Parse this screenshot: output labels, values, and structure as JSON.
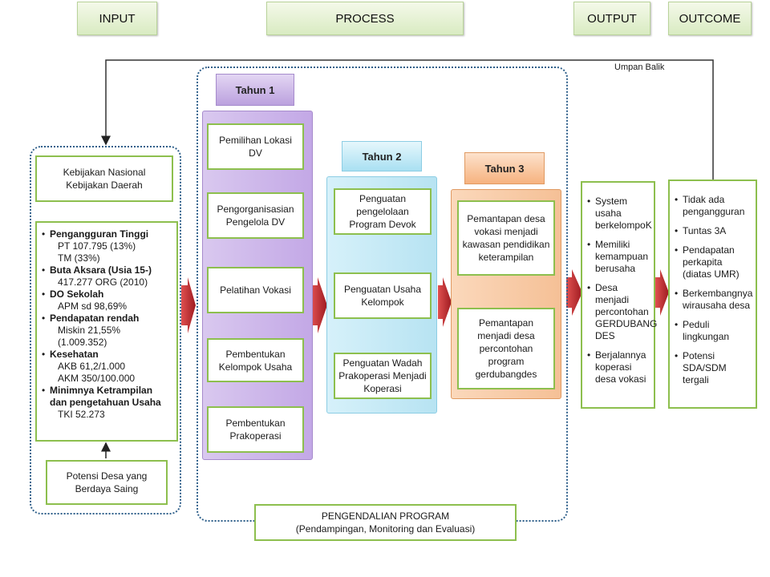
{
  "headers": {
    "input": "INPUT",
    "process": "PROCESS",
    "output": "OUTPUT",
    "outcome": "OUTCOME"
  },
  "feedback_label": "Umpan Balik",
  "input": {
    "policy": [
      "Kebijakan Nasional",
      "Kebijakan Daerah"
    ],
    "issues": [
      {
        "title": "Pengangguran Tinggi",
        "details": [
          "PT 107.795 (13%)",
          "TM (33%)"
        ]
      },
      {
        "title": "Buta Aksara (Usia 15-)",
        "details": [
          "417.277 ORG (2010)"
        ]
      },
      {
        "title": "DO Sekolah",
        "details": [
          "APM sd 98,69%"
        ]
      },
      {
        "title": "Pendapatan rendah",
        "details": [
          "Miskin 21,55% (1.009.352)"
        ]
      },
      {
        "title": "Kesehatan",
        "details": [
          "AKB 61,2/1.000",
          "AKM 350/100.000"
        ]
      },
      {
        "title": "Minimnya Ketrampilan dan pengetahuan Usaha",
        "details": [
          "TKI 52.273"
        ]
      }
    ],
    "potential": [
      "Potensi Desa yang",
      "Berdaya Saing"
    ]
  },
  "process": {
    "year1": {
      "label": "Tahun 1",
      "steps": [
        "Pemilihan Lokasi DV",
        "Pengorganisasian Pengelola DV",
        "Pelatihan Vokasi",
        "Pembentukan Kelompok Usaha",
        "Pembentukan Prakoperasi"
      ]
    },
    "year2": {
      "label": "Tahun 2",
      "steps": [
        "Penguatan pengelolaan Program Devok",
        "Penguatan Usaha Kelompok",
        "Penguatan Wadah Prakoperasi Menjadi Koperasi"
      ]
    },
    "year3": {
      "label": "Tahun 3",
      "steps": [
        "Pemantapan desa vokasi menjadi kawasan pendidikan keterampilan",
        "Pemantapan menjadi desa percontohan program gerdubangdes"
      ]
    }
  },
  "control": {
    "title": "PENGENDALIAN PROGRAM",
    "subtitle": "(Pendampingan, Monitoring dan Evaluasi)"
  },
  "output": [
    "System usaha berkelompoK",
    "Memiliki kemampuan berusaha",
    "Desa menjadi percontohan GERDUBANG DES",
    "Berjalannya koperasi desa vokasi"
  ],
  "outcome": [
    "Tidak ada pengangguran",
    "Tuntas 3A",
    "Pendapatan perkapita (diatas UMR)",
    "Berkembangnya wirausaha desa",
    "Peduli lingkungan",
    "Potensi SDA/SDM tergali"
  ],
  "colors": {
    "green_border": "#8dbf4e",
    "dotted_border": "#2e5f8a",
    "arrow_red": "#b3262a",
    "year1": "#c9b3e6",
    "year2": "#bfe8f5",
    "year3": "#f8c9a0"
  }
}
